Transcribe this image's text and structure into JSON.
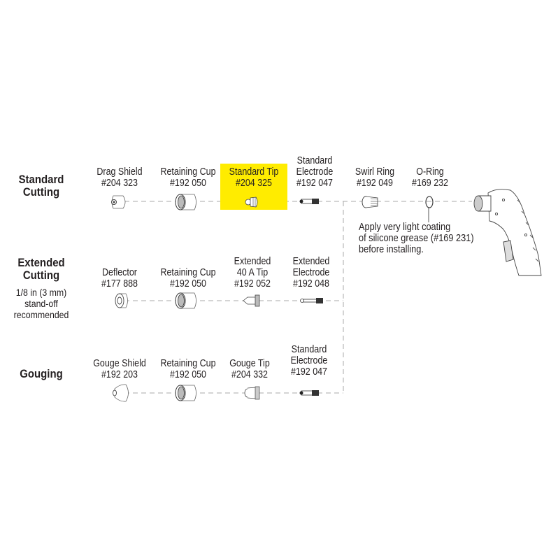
{
  "highlight_color": "#ffec00",
  "sections": {
    "standard_cutting": {
      "title_line1": "Standard",
      "title_line2": "Cutting",
      "parts": [
        {
          "name_line1": "",
          "name_line2": "Drag Shield",
          "part_no": "#204 323"
        },
        {
          "name_line1": "",
          "name_line2": "Retaining Cup",
          "part_no": "#192 050"
        },
        {
          "name_line1": "",
          "name_line2": "Standard Tip",
          "part_no": "#204 325",
          "highlighted": true
        },
        {
          "name_line1": "Standard",
          "name_line2": "Electrode",
          "part_no": "#192 047"
        },
        {
          "name_line1": "",
          "name_line2": "Swirl Ring",
          "part_no": "#192 049"
        },
        {
          "name_line1": "",
          "name_line2": "O-Ring",
          "part_no": "#169 232"
        }
      ],
      "note_line1": "Apply very light coating",
      "note_line2": "of silicone grease (#169 231)",
      "note_line3": "before installing."
    },
    "extended_cutting": {
      "title_line1": "Extended",
      "title_line2": "Cutting",
      "note_line1": "1/8 in (3 mm)",
      "note_line2": "stand-off",
      "note_line3": "recommended",
      "parts": [
        {
          "name_line1": "",
          "name_line2": "Deflector",
          "part_no": "#177 888"
        },
        {
          "name_line1": "",
          "name_line2": "Retaining Cup",
          "part_no": "#192 050"
        },
        {
          "name_line1": "Extended",
          "name_line2": "40 A Tip",
          "part_no": "#192 052"
        },
        {
          "name_line1": "Extended",
          "name_line2": "Electrode",
          "part_no": "#192 048"
        }
      ]
    },
    "gouging": {
      "title": "Gouging",
      "parts": [
        {
          "name_line1": "",
          "name_line2": "Gouge Shield",
          "part_no": "#192 203"
        },
        {
          "name_line1": "",
          "name_line2": "Retaining Cup",
          "part_no": "#192 050"
        },
        {
          "name_line1": "",
          "name_line2": "Gouge Tip",
          "part_no": "#204 332"
        },
        {
          "name_line1": "Standard",
          "name_line2": "Electrode",
          "part_no": "#192 047"
        }
      ]
    }
  },
  "icons": [
    "drag-shield-icon",
    "retaining-cup-icon",
    "standard-tip-icon",
    "electrode-icon",
    "swirl-ring-icon",
    "o-ring-icon",
    "torch-icon",
    "deflector-icon",
    "extended-tip-icon",
    "gouge-shield-icon",
    "gouge-tip-icon"
  ]
}
